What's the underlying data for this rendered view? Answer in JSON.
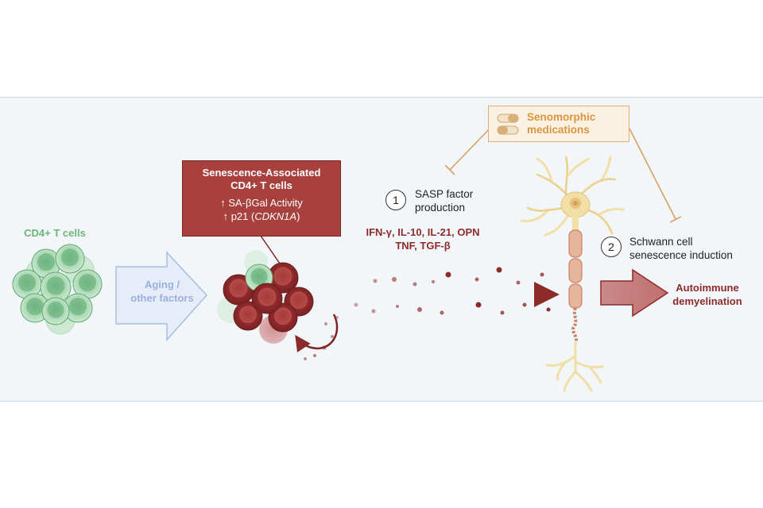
{
  "left_population": {
    "title": "CD4+ T cells"
  },
  "transition": {
    "line1": "Aging /",
    "line2": "other factors"
  },
  "senescent_box": {
    "title_line1": "Senescence-Associated",
    "title_line2": "CD4+ T cells",
    "marker1": "↑ SA-βGal Activity",
    "marker2_prefix": "↑ p21 (",
    "marker2_gene": "CDKN1A",
    "marker2_suffix": ")"
  },
  "step1": {
    "number": "1",
    "line1": "SASP factor",
    "line2": "production"
  },
  "cytokines": {
    "line1": "IFN-γ, IL-10, IL-21, OPN",
    "line2": "TNF, TGF-β"
  },
  "senomorphic": {
    "line1": "Senomorphic",
    "line2": "medications"
  },
  "step2": {
    "number": "2",
    "line1": "Schwann cell",
    "line2": "senescence induction"
  },
  "outcome": {
    "line1": "Autoimmune",
    "line2": "demyelination"
  },
  "colors": {
    "panel_bg": "#f2f6f9",
    "healthy_cell": "#8ec99a",
    "senescent_cell": "#a8403e",
    "arrow_blue": "#9ab1de",
    "cytokine_red": "#8d2b2a",
    "neuron": "#f2dfa6",
    "schwann": "#e6b49b",
    "senomorphic_orange": "#d8973f"
  },
  "icons": [
    "pill-icon",
    "inhibition-arrow-icon",
    "neuron-icon",
    "cell-cluster-icon"
  ]
}
